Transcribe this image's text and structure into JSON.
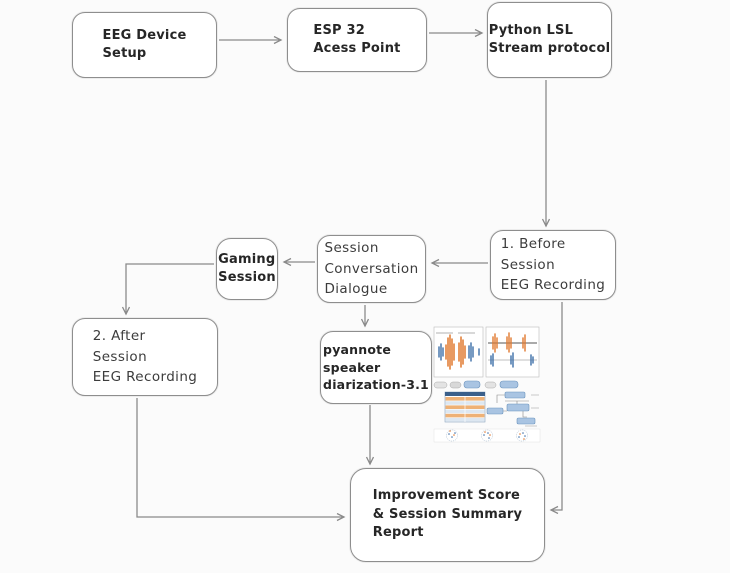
{
  "canvas": {
    "background": "#fbfbfb",
    "box_border_color": "#8e8e8e",
    "arrow_color": "#8a8a8a",
    "bold_text_color": "#262626",
    "handwritten_text_color": "#3c3c3c"
  },
  "nodes": {
    "eeg_device": {
      "label": "EEG Device\nSetup",
      "style": "bold"
    },
    "esp32": {
      "label": "ESP 32\nAcess Point",
      "style": "bold"
    },
    "python_lsl": {
      "label": "Python LSL\nStream protocol",
      "style": "bold"
    },
    "before_session": {
      "label": "1. Before\nSession\nEEG Recording",
      "style": "handwritten"
    },
    "session_conversation": {
      "label": "Session\nConversation\nDialogue",
      "style": "handwritten"
    },
    "gaming_session": {
      "label": "Gaming\nSession",
      "style": "bold"
    },
    "after_session": {
      "label": "2. After\nSession\nEEG Recording",
      "style": "handwritten"
    },
    "pyannote": {
      "label": "pyannote\nspeaker\ndiarization-3.1",
      "style": "bold"
    },
    "improvement": {
      "label": "Improvement Score\n& Session Summary\nReport",
      "style": "bold"
    }
  },
  "flows": [
    "EEG Device Setup -> ESP 32 Acess Point",
    "ESP 32 Acess Point -> Python LSL Stream protocol",
    "Python LSL Stream protocol -> 1. Before Session EEG Recording",
    "1. Before Session EEG Recording -> Session Conversation Dialogue",
    "Session Conversation Dialogue -> Gaming Session",
    "Gaming Session -> 2. After Session EEG Recording",
    "Session Conversation Dialogue -> pyannote speaker diarization-3.1",
    "pyannote speaker diarization-3.1 -> Improvement Score & Session Summary Report",
    "2. After Session EEG Recording -> Improvement Score & Session Summary Report",
    "1. Before Session EEG Recording -> Improvement Score & Session Summary Report"
  ],
  "figure": {
    "name": "pyannote-pipeline-figure",
    "colors": {
      "orange": "#e0792f",
      "blue": "#3d6fa8",
      "light_blue": "#b8cfe8",
      "table_header_blue": "#3a5f8a",
      "panel_border": "#bbbbbb"
    }
  }
}
